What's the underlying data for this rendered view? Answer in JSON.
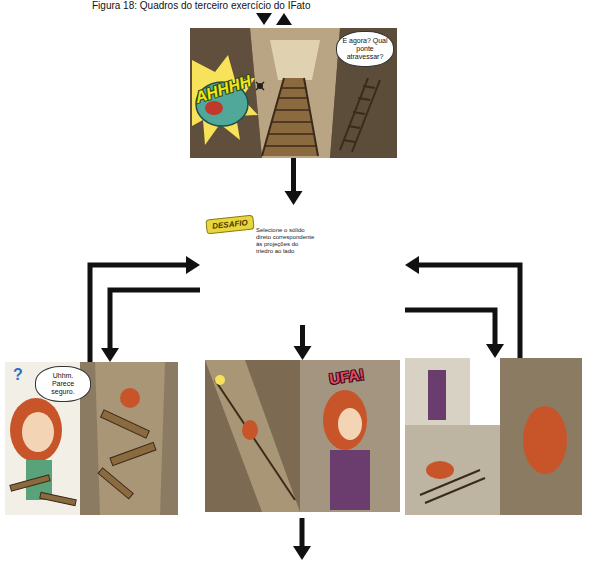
{
  "diagram": {
    "title": "Figura 18: Quadros do terceiro exercício do IFato",
    "nodes": [
      {
        "text": [
          "AHHHH",
          "E agora? Qual ponte atravessar?"
        ]
      },
      {
        "text": [
          "DESAFIO",
          "Selecione o sólido direto correspondente às projeções do triedro ao lado"
        ]
      },
      {
        "text": [
          "?",
          "Uhhm. Parece seguro."
        ]
      },
      {
        "text": [
          "UFA!"
        ]
      },
      {
        "text": []
      }
    ],
    "edges": [
      {
        "from": 0,
        "to": 1,
        "arrow": "to"
      },
      {
        "from": 1,
        "to": 2,
        "arrow": "to"
      },
      {
        "from": 2,
        "to": 1,
        "arrow": "to"
      },
      {
        "from": 1,
        "to": 3,
        "arrow": "to"
      },
      {
        "from": 1,
        "to": 4,
        "arrow": "to"
      },
      {
        "from": 4,
        "to": 1,
        "arrow": "to"
      }
    ]
  }
}
